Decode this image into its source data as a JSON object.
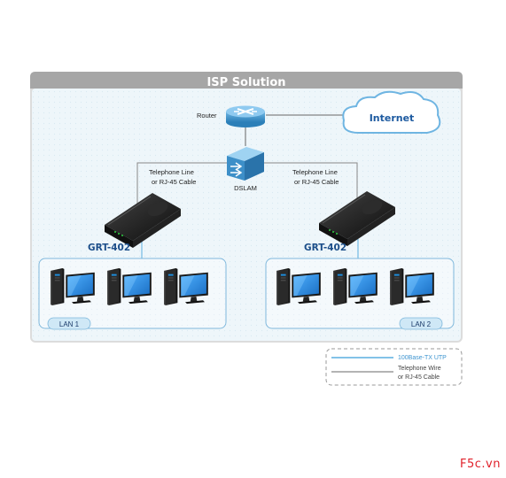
{
  "title": "ISP Solution",
  "internet_label": "Internet",
  "router_label": "Router",
  "dslam_label": "DSLAM",
  "left_link": {
    "line1": "Telephone Line",
    "line2": "or RJ-45 Cable"
  },
  "right_link": {
    "line1": "Telephone Line",
    "line2": "or RJ-45 Cable"
  },
  "device_left": "GRT-402",
  "device_right": "GRT-402",
  "lan_left": "LAN 1",
  "lan_right": "LAN 2",
  "legend": {
    "utp": "100Base-TX UTP",
    "wire_line1": "Telephone Wire",
    "wire_line2": "or RJ-45 Cable"
  },
  "watermark": "F5c.vn",
  "colors": {
    "title_bar": "#a6a6a6",
    "panel_bg": "#eef6fa",
    "lan_box_border": "#7fb8dc",
    "lan_tag_bg": "#cfe8f6",
    "utp_line": "#5aaee0",
    "wire_line": "#888888",
    "device_label": "#1d4f8a",
    "watermark": "#e0202a"
  },
  "icons": [
    "router-icon",
    "dslam-icon",
    "cloud-icon",
    "modem-router-icon",
    "pc-icon"
  ]
}
